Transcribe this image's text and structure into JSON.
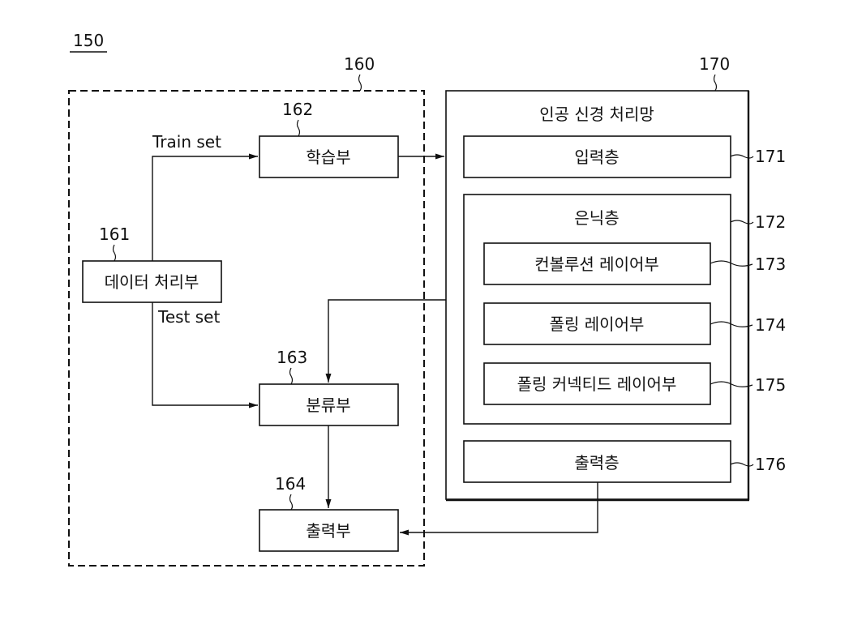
{
  "figure": {
    "ref": "150"
  },
  "module_160": {
    "ref": "160",
    "data_processor": {
      "ref": "161",
      "label": "데이터 처리부"
    },
    "learning_unit": {
      "ref": "162",
      "label": "학습부"
    },
    "classifier": {
      "ref": "163",
      "label": "분류부"
    },
    "output_unit": {
      "ref": "164",
      "label": "출력부"
    },
    "edges": {
      "train_set": "Train set",
      "test_set": "Test set"
    }
  },
  "network_170": {
    "ref": "170",
    "title": "인공 신경 처리망",
    "input_layer": {
      "ref": "171",
      "label": "입력층"
    },
    "hidden_layer": {
      "ref": "172",
      "label": "은닉층",
      "sublayers": [
        {
          "ref": "173",
          "label": "컨볼루션 레이어부"
        },
        {
          "ref": "174",
          "label": "폴링 레이어부"
        },
        {
          "ref": "175",
          "label": "폴링 커넥티드 레이어부"
        }
      ]
    },
    "output_layer": {
      "ref": "176",
      "label": "출력층"
    }
  }
}
